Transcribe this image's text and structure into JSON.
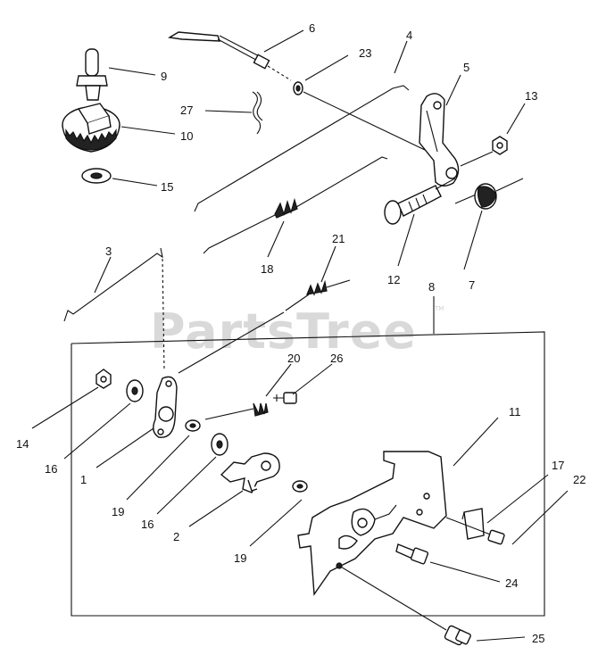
{
  "watermark": {
    "text": "PartsTree",
    "mark": "TM"
  },
  "callouts": [
    "6",
    "23",
    "4",
    "5",
    "13",
    "9",
    "27",
    "10",
    "15",
    "18",
    "12",
    "7",
    "3",
    "21",
    "8",
    "20",
    "26",
    "11",
    "14",
    "16",
    "1",
    "19",
    "16",
    "2",
    "17",
    "22",
    "19",
    "24",
    "25"
  ],
  "parts": [
    {
      "name": "part-6-throttle-rod",
      "number": "6"
    },
    {
      "name": "part-23-washer",
      "number": "23"
    },
    {
      "name": "part-4-link",
      "number": "4"
    },
    {
      "name": "part-5-lever-bracket",
      "number": "5"
    },
    {
      "name": "part-13-nut",
      "number": "13"
    },
    {
      "name": "part-9-gear-shaft",
      "number": "9"
    },
    {
      "name": "part-27-clip",
      "number": "27"
    },
    {
      "name": "part-10-gear",
      "number": "10"
    },
    {
      "name": "part-15-washer",
      "number": "15"
    },
    {
      "name": "part-18-spring-link",
      "number": "18"
    },
    {
      "name": "part-12-bolt",
      "number": "12"
    },
    {
      "name": "part-7-spring",
      "number": "7"
    },
    {
      "name": "part-3-rod",
      "number": "3"
    },
    {
      "name": "part-21-spring",
      "number": "21"
    },
    {
      "name": "part-8-assembly",
      "number": "8"
    }
  ]
}
